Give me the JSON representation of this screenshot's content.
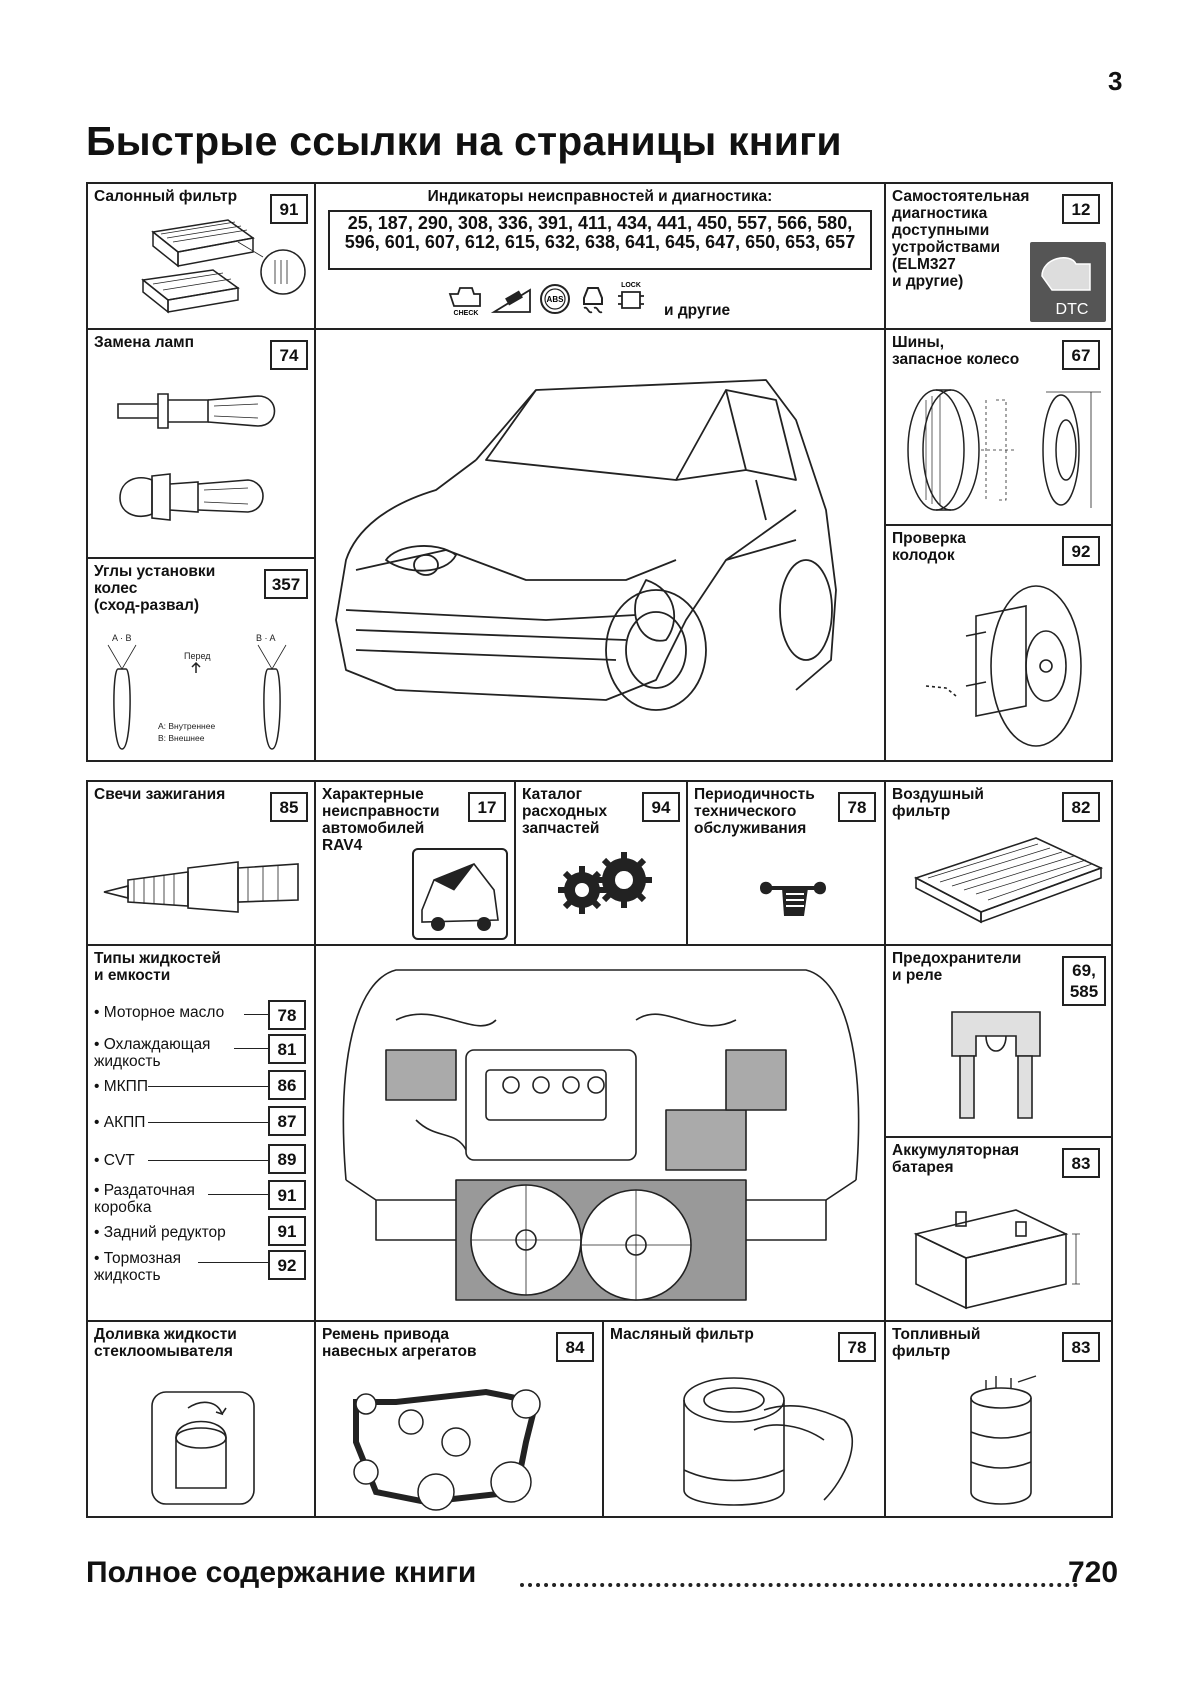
{
  "page_number": "3",
  "title": "Быстрые ссылки на страницы книги",
  "cells": {
    "cabin_filter": {
      "label": "Салонный фильтр",
      "page": "91"
    },
    "diagnostics": {
      "title": "Индикаторы неисправностей и диагностика:",
      "pages": "25, 187, 290, 308, 336, 391, 411, 434, 441, 450, 557, 566, 580, 596, 601, 607, 612, 615, 632, 638, 641, 645, 647, 650, 653, 657",
      "others": "и другие",
      "icon_check": "CHECK",
      "icon_abs": "ABS",
      "icon_lock": "LOCK"
    },
    "self_diag": {
      "label": "Самостоятельная\nдиагностика\nдоступными\nустройствами\n(ELM327\nи другие)",
      "page": "12",
      "badge": "DTC"
    },
    "lamps": {
      "label": "Замена ламп",
      "page": "74"
    },
    "tires": {
      "label": "Шины,\nзапасное колесо",
      "page": "67"
    },
    "alignment": {
      "label": "Углы установки\nколес\n(сход-развал)",
      "page": "357",
      "a_b": "A · B",
      "b_a": "B · A",
      "front": "Перед",
      "legend_a": "A: Внутреннее",
      "legend_b": "B: Внешнее"
    },
    "brakes": {
      "label": "Проверка\nколодок",
      "page": "92"
    },
    "spark_plugs": {
      "label": "Свечи зажигания",
      "page": "85"
    },
    "faults": {
      "label": "Характерные\nнеисправности\nавтомобилей\nRAV4",
      "page": "17"
    },
    "catalog": {
      "label": "Каталог\nрасходных\nзапчастей",
      "page": "94"
    },
    "maintenance": {
      "label": "Периодичность\nтехнического\nобслуживания",
      "page": "78"
    },
    "air_filter": {
      "label": "Воздушный\nфильтр",
      "page": "82"
    },
    "fluids": {
      "label": "Типы жидкостей\nи емкости",
      "items": [
        {
          "name": "• Моторное масло",
          "page": "78"
        },
        {
          "name": "• Охлаждающая\n   жидкость",
          "page": "81"
        },
        {
          "name": "• МКПП",
          "page": "86"
        },
        {
          "name": "• АКПП",
          "page": "87"
        },
        {
          "name": "• CVT",
          "page": "89"
        },
        {
          "name": "• Раздаточная\n   коробка",
          "page": "91"
        },
        {
          "name": "• Задний редуктор",
          "page": "91"
        },
        {
          "name": "• Тормозная\n   жидкость",
          "page": "92"
        }
      ]
    },
    "fuses": {
      "label": "Предохранители\nи реле",
      "page": "69,\n585"
    },
    "battery": {
      "label": "Аккумуляторная\nбатарея",
      "page": "83"
    },
    "washer": {
      "label": "Доливка жидкости\nстеклоомывателя"
    },
    "belt": {
      "label": "Ремень привода\nнавесных агрегатов",
      "page": "84"
    },
    "oil_filter": {
      "label": "Масляный фильтр",
      "page": "78"
    },
    "fuel_filter": {
      "label": "Топливный\nфильтр",
      "page": "83"
    }
  },
  "footer": {
    "label": "Полное содержание книги",
    "page": "720"
  }
}
